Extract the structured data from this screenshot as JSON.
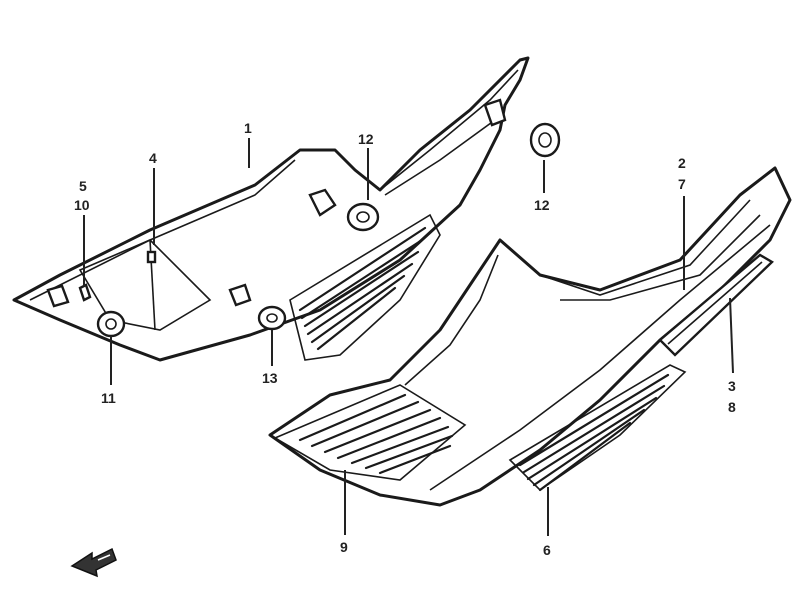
{
  "callouts": {
    "c1": "1",
    "c2": "2",
    "c7": "7",
    "c3": "3",
    "c8": "8",
    "c4": "4",
    "c5": "5",
    "c10": "10",
    "c6": "6",
    "c9": "9",
    "c11": "11",
    "c12a": "12",
    "c12b": "12",
    "c13": "13"
  },
  "icons": {
    "front_arrow": "front-direction-arrow-icon"
  }
}
